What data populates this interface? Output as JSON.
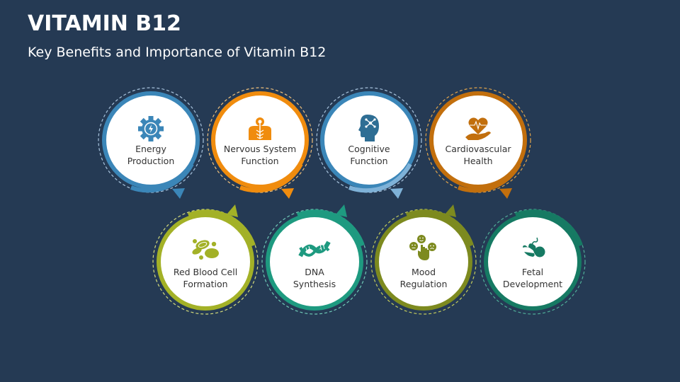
{
  "header": {
    "title": "VITAMIN B12",
    "subtitle": "Key Benefits and Importance of Vitamin B12"
  },
  "benefits": [
    {
      "line1": "Energy",
      "line2": "Production",
      "icon": "gear-lightning-icon",
      "color": "#3b86b8"
    },
    {
      "line1": "Nervous System",
      "line2": "Function",
      "icon": "nervous-system-icon",
      "color": "#f08c0e"
    },
    {
      "line1": "Cognitive",
      "line2": "Function",
      "icon": "brain-head-icon",
      "color": "#3b86b8"
    },
    {
      "line1": "Cardiovascular",
      "line2": "Health",
      "icon": "heart-hand-icon",
      "color": "#c26f0d"
    },
    {
      "line1": "Red Blood Cell",
      "line2": "Formation",
      "icon": "blood-cells-icon",
      "color": "#a3b127"
    },
    {
      "line1": "DNA",
      "line2": "Synthesis",
      "icon": "dna-icon",
      "color": "#1e9a80"
    },
    {
      "line1": "Mood",
      "line2": "Regulation",
      "icon": "mood-faces-icon",
      "color": "#7d8a1f"
    },
    {
      "line1": "Fetal",
      "line2": "Development",
      "icon": "fetus-icon",
      "color": "#167a63"
    }
  ]
}
